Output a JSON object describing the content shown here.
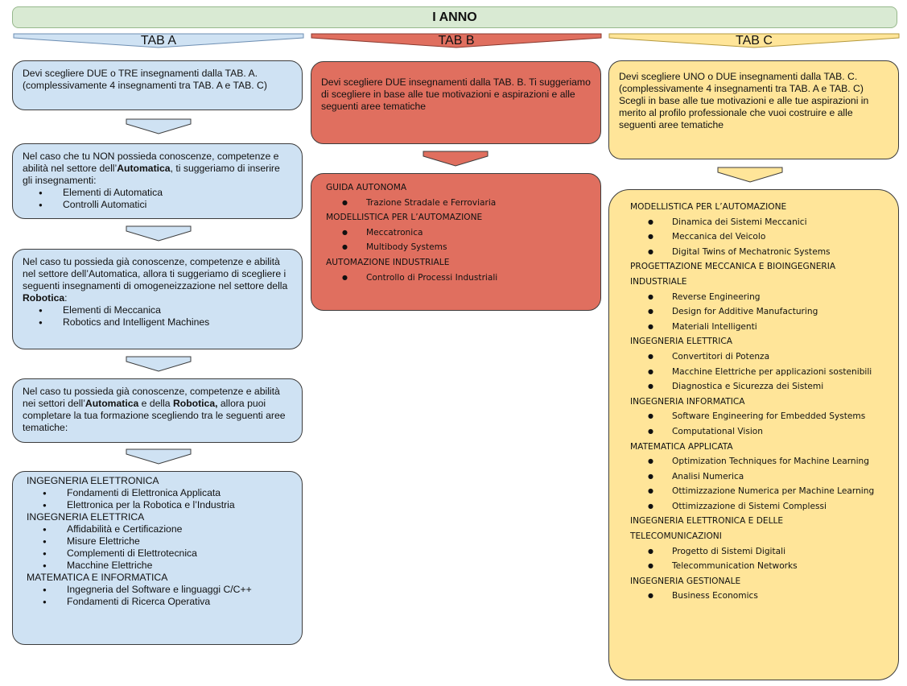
{
  "banner": {
    "title": "I ANNO"
  },
  "columns": [
    {
      "tab": "TAB A",
      "color": "#cfe2f3"
    },
    {
      "tab": "TAB B",
      "color": "#e06f5f"
    },
    {
      "tab": "TAB C",
      "color": "#ffe599"
    }
  ],
  "a": {
    "intro": "Devi scegliere DUE o TRE  insegnamenti dalla TAB. A. (complessivamente 4 insegnamenti tra TAB. A e TAB. C)",
    "case1": {
      "pre": "Nel caso che tu NON possieda conoscenze, competenze e abilità nel settore dell’",
      "bold": "Automatica",
      "post": ", ti suggeriamo di inserire gli insegnamenti:",
      "items": [
        "Elementi di Automatica",
        "Controlli Automatici"
      ]
    },
    "case2": {
      "pre": "Nel caso tu possieda già conoscenze, competenze e abilità nel settore dell’Automatica, allora ti suggeriamo di scegliere i seguenti insegnamenti di omogeneizzazione nel settore della ",
      "bold": "Robotica",
      "post": ":",
      "items": [
        "Elementi di Meccanica",
        "Robotics and Intelligent Machines"
      ]
    },
    "case3": {
      "pre": "Nel caso tu possieda già conoscenze, competenze e abilità nei settori dell’",
      "bold1": "Automatica",
      "mid": " e della ",
      "bold2": "Robotica,",
      "post": " allora puoi completare la tua formazione scegliendo tra le seguenti aree tematiche:"
    },
    "areas": [
      {
        "heading": "INGEGNERIA ELETTRONICA",
        "items": [
          "Fondamenti di Elettronica Applicata",
          "Elettronica per la Robotica e l’Industria"
        ]
      },
      {
        "heading": "INGEGNERIA ELETTRICA",
        "items": [
          "Affidabilità e Certificazione",
          "Misure Elettriche",
          "Complementi di Elettrotecnica",
          "Macchine Elettriche"
        ]
      },
      {
        "heading": "MATEMATICA E INFORMATICA",
        "items": [
          "Ingegneria del Software e linguaggi C/C++",
          "Fondamenti di Ricerca Operativa"
        ]
      }
    ]
  },
  "b": {
    "intro": "Devi scegliere DUE insegnamenti dalla TAB. B. Ti suggeriamo di scegliere in base alle tue motivazioni e aspirazioni e alle seguenti aree tematiche",
    "areas": [
      {
        "heading": "GUIDA AUTONOMA",
        "items": [
          "Trazione Stradale e Ferroviaria"
        ]
      },
      {
        "heading": "MODELLISTICA PER L’AUTOMAZIONE",
        "items": [
          "Meccatronica",
          "Multibody Systems"
        ]
      },
      {
        "heading": "AUTOMAZIONE INDUSTRIALE",
        "items": [
          "Controllo di Processi Industriali"
        ]
      }
    ]
  },
  "c": {
    "intro": "Devi scegliere UNO o DUE  insegnamenti dalla TAB. C. (complessivamente 4 insegnamenti tra TAB. A e TAB. C) Scegli in base alle tue motivazioni e alle tue aspirazioni in merito al profilo professionale che vuoi costruire e alle seguenti aree tematiche",
    "areas": [
      {
        "heading": "MODELLISTICA PER L’AUTOMAZIONE",
        "items": [
          "Dinamica dei Sistemi Meccanici",
          "Meccanica del Veicolo",
          "Digital Twins of Mechatronic Systems"
        ]
      },
      {
        "heading": "PROGETTAZIONE MECCANICA E BIOINGEGNERIA INDUSTRIALE",
        "items": [
          "Reverse Engineering",
          "Design for Additive Manufacturing",
          "Materiali Intelligenti"
        ]
      },
      {
        "heading": "INGEGNERIA ELETTRICA",
        "items": [
          "Convertitori di Potenza",
          "Macchine Elettriche per applicazioni sostenibili",
          "Diagnostica e Sicurezza dei Sistemi"
        ]
      },
      {
        "heading": "INGEGNERIA INFORMATICA",
        "items": [
          "Software Engineering for Embedded Systems",
          "Computational Vision"
        ]
      },
      {
        "heading": "MATEMATICA APPLICATA",
        "items": [
          "Optimization Techniques for Machine Learning",
          "Analisi Numerica",
          "Ottimizzazione Numerica per Machine Learning",
          "Ottimizzazione di Sistemi Complessi"
        ]
      },
      {
        "heading": "INGEGNERIA ELETTRONICA E DELLE TELECOMUNICAZIONI",
        "items": [
          "Progetto di Sistemi Digitali",
          "Telecommunication Networks"
        ]
      },
      {
        "heading": "INGEGNERIA GESTIONALE",
        "items": [
          "Business Economics"
        ]
      }
    ]
  }
}
